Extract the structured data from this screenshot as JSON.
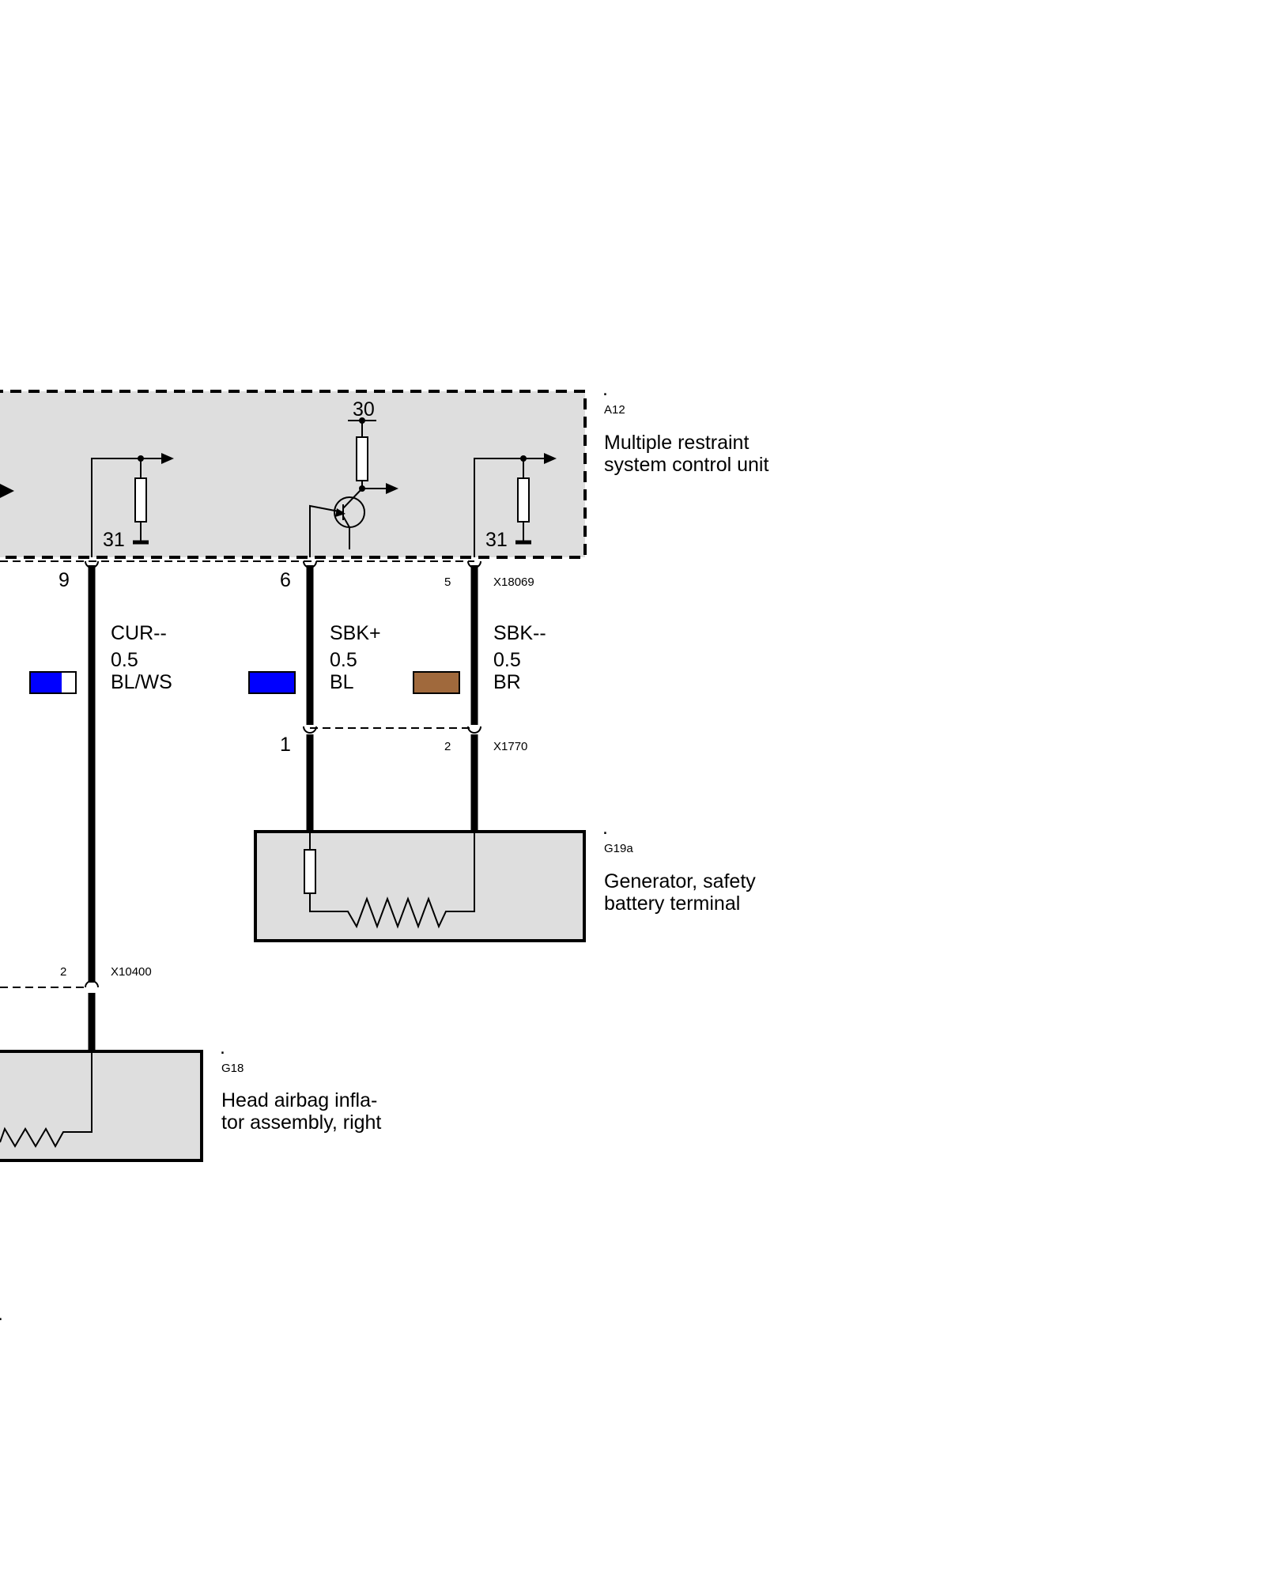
{
  "components": {
    "a12": {
      "dot": ".",
      "ref": "A12",
      "name_line1": "Multiple restraint",
      "name_line2": "system control unit"
    },
    "g19a": {
      "dot": ".",
      "ref": "G19a",
      "name_line1": "Generator, safety",
      "name_line2": "battery terminal"
    },
    "g18": {
      "dot": ".",
      "ref": "G18",
      "name_line1": "Head airbag infla-",
      "name_line2": "tor assembly, right"
    }
  },
  "internal_labels": {
    "terminal_30": "30",
    "ground_left": "31",
    "ground_right": "31"
  },
  "connectors": {
    "x18069": {
      "id": "X18069",
      "pin_9": "9",
      "pin_6": "6",
      "pin_5": "5"
    },
    "x1770": {
      "id": "X1770",
      "pin_1": "1",
      "pin_2": "2"
    },
    "x10400": {
      "id": "X10400",
      "pin_2": "2"
    }
  },
  "wires": [
    {
      "signal": "CUR--",
      "gauge": "0.5",
      "color_code": "BL/WS",
      "swatch": [
        "#0000ff",
        "#ffffff"
      ]
    },
    {
      "signal": "SBK+",
      "gauge": "0.5",
      "color_code": "BL",
      "swatch": [
        "#0000ff"
      ]
    },
    {
      "signal": "SBK--",
      "gauge": "0.5",
      "color_code": "BR",
      "swatch": [
        "#a0693c"
      ]
    }
  ],
  "page_mark": "."
}
